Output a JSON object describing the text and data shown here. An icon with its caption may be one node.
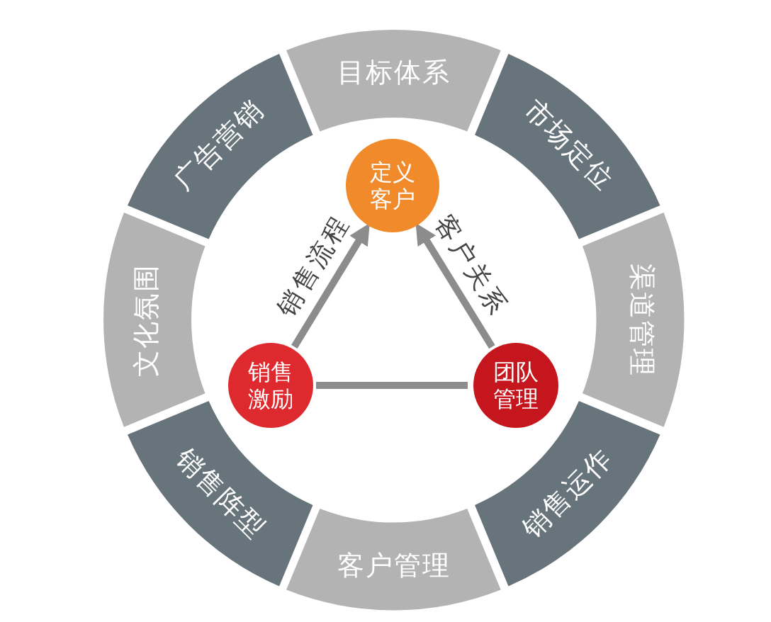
{
  "diagram": {
    "nodes": [
      {
        "text": [
          "目标体系"
        ]
      },
      {
        "text": [
          "市场定位"
        ]
      },
      {
        "text": [
          "渠道管理"
        ]
      },
      {
        "text": [
          "销售运作"
        ]
      },
      {
        "text": [
          "客户管理"
        ]
      },
      {
        "text": [
          "销售阵型"
        ]
      },
      {
        "text": [
          "文化氛围"
        ]
      },
      {
        "text": [
          "广告营销"
        ]
      },
      {
        "text": [
          "定义客户"
        ]
      },
      {
        "text": [
          "销售激励"
        ]
      },
      {
        "text": [
          "团队管理"
        ]
      }
    ],
    "edges": [
      {
        "from": 9,
        "to": 8,
        "arrow": "to",
        "label": "销售流程"
      },
      {
        "from": 10,
        "to": 8,
        "arrow": "to",
        "label": "客户关系"
      },
      {
        "from": 9,
        "to": 10,
        "arrow": "none"
      }
    ]
  }
}
